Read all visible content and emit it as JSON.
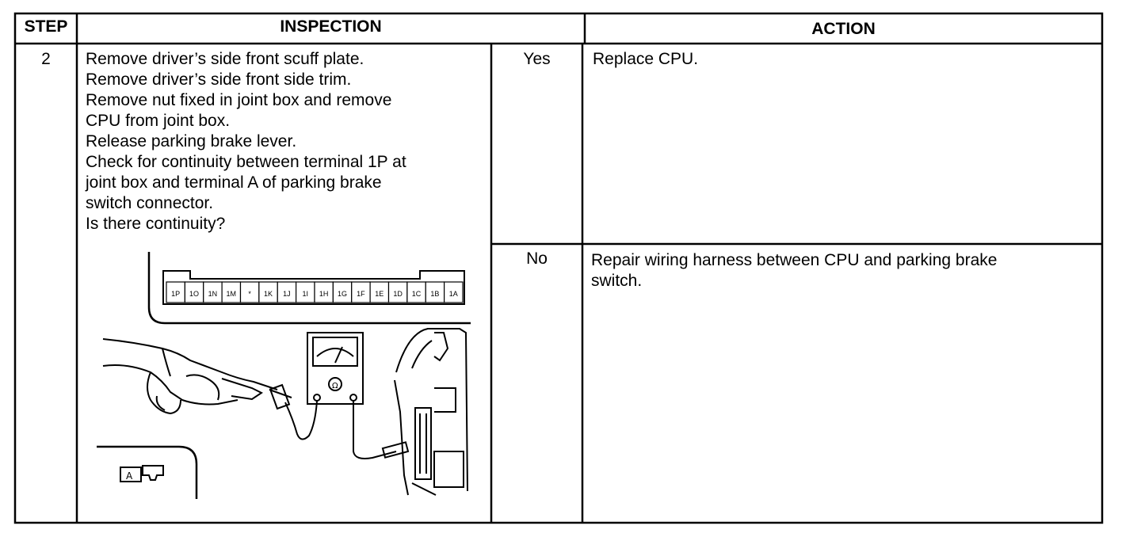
{
  "table": {
    "headers": {
      "step": "STEP",
      "inspection": "INSPECTION",
      "action": "ACTION"
    },
    "row": {
      "step": "2",
      "inspection_lines": [
        "Remove driver’s side front scuff plate.",
        "Remove driver’s side front side trim.",
        "Remove nut fixed in joint box and remove",
        "CPU from joint box.",
        "Release parking brake lever.",
        "Check for continuity between terminal 1P at",
        "joint box and terminal A of parking brake",
        "switch connector.",
        "Is there continuity?"
      ],
      "answers": [
        {
          "answer": "Yes",
          "action_lines": [
            "Replace CPU."
          ]
        },
        {
          "answer": "No",
          "action_lines": [
            "Repair wiring harness between CPU and parking brake",
            "switch."
          ]
        }
      ]
    }
  },
  "illustration": {
    "connector_terminals": [
      "1P",
      "1O",
      "1N",
      "1M",
      "*",
      "1K",
      "1J",
      "1I",
      "1H",
      "1G",
      "1F",
      "1E",
      "1D",
      "1C",
      "1B",
      "1A"
    ],
    "switch_terminal": "A"
  }
}
